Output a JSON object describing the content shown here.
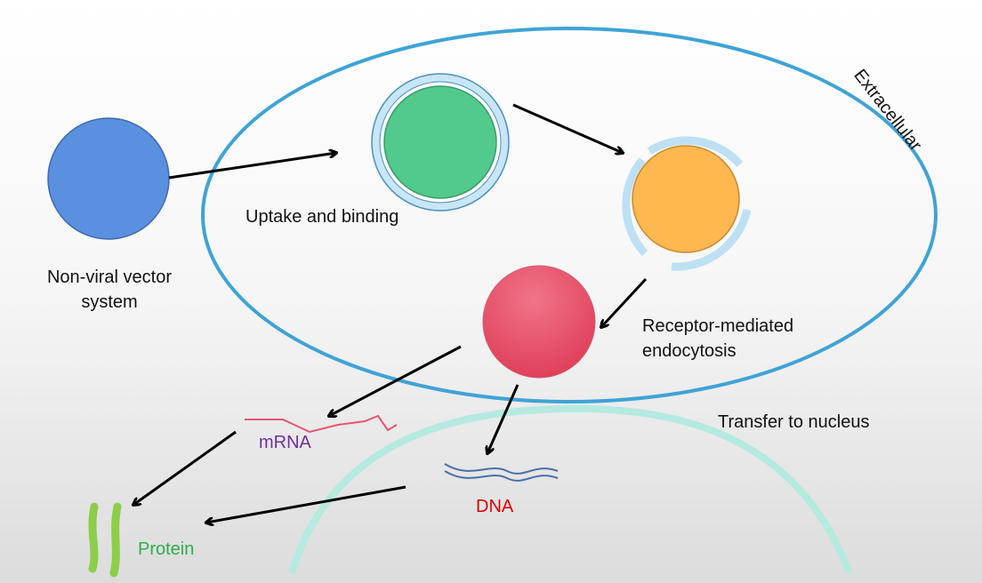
{
  "labels": {
    "extracellular": "Extracellular",
    "vector": "Non-viral vector system",
    "uptake": "Uptake and binding",
    "receptor": "Receptor-mediated endocytosis",
    "nucleus": "Transfer to nucleus",
    "mrna": "mRNA",
    "dna": "DNA",
    "protein": "Protein"
  },
  "colors": {
    "cell_membrane": "#3fa3d6",
    "vector": "#5b8fe0",
    "bound": "#52c98d",
    "endosome": "#ffb74f",
    "vesicle": "#e84a62",
    "nucleus": "#b4eadf",
    "mrna": "#e8546e",
    "dna": "#4a6fa8",
    "protein": "#8cce4a",
    "mrna_text": "#7030a0",
    "dna_text": "#e00000",
    "protein_text": "#2ab04a"
  }
}
